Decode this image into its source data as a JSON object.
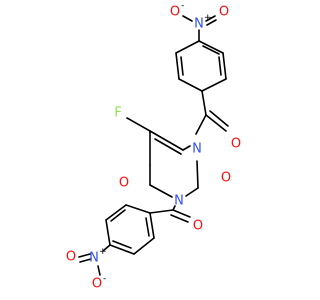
{
  "molecule": {
    "atoms": {
      "F": {
        "label": "F",
        "color": "#90e050"
      },
      "N1": {
        "label": "N",
        "color": "#3050f8"
      },
      "N3": {
        "label": "N",
        "color": "#3050f8"
      },
      "O2": {
        "label": "O",
        "color": "#ff0d0d"
      },
      "O4": {
        "label": "O",
        "color": "#ff0d0d"
      },
      "Oa": {
        "label": "O",
        "color": "#ff0d0d"
      },
      "Ob": {
        "label": "O",
        "color": "#ff0d0d"
      },
      "NtN": {
        "label": "N",
        "color": "#3050f8",
        "charge": "+"
      },
      "NtO1": {
        "label": "O",
        "color": "#ff0d0d",
        "charge": "-"
      },
      "NtO2": {
        "label": "O",
        "color": "#ff0d0d"
      },
      "NbN": {
        "label": "N",
        "color": "#3050f8",
        "charge": "+"
      },
      "NbO1": {
        "label": "O",
        "color": "#ff0d0d"
      },
      "NbO2": {
        "label": "O",
        "color": "#ff0d0d",
        "charge": "-"
      }
    }
  }
}
